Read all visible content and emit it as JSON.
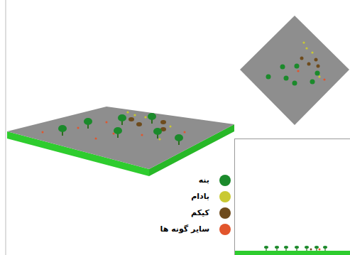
{
  "diagram": {
    "legend": [
      {
        "text": "بنه",
        "color": "#1b8a2b"
      },
      {
        "text": "بادام",
        "color": "#c9c932"
      },
      {
        "text": "کیکم",
        "color": "#6e4b1c"
      },
      {
        "text": "سایر گونه ها",
        "color": "#e2552c"
      }
    ]
  }
}
